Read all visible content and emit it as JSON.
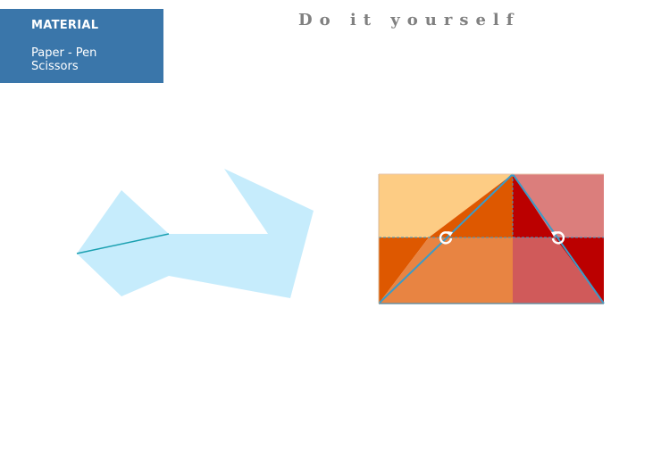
{
  "material": {
    "title": "MATERIAL",
    "items": [
      "Paper - Pen",
      "Scissors"
    ]
  },
  "page": {
    "title": "Do it yourself"
  },
  "icons": {
    "rotate_left": "rotate-ccw-icon",
    "rotate_right": "rotate-cw-icon"
  },
  "colors": {
    "panel": "#3a76aa",
    "paper_shape": "#c6ecfc",
    "fold_line": "#1aa0b0",
    "light_orange": "#fdcc84",
    "dark_orange": "#de5800",
    "mid_orange": "#e88442",
    "pink": "#db7e7c",
    "dark_red": "#bb0000",
    "red": "#d05a5a",
    "edge_blue": "#3a9bc8"
  }
}
